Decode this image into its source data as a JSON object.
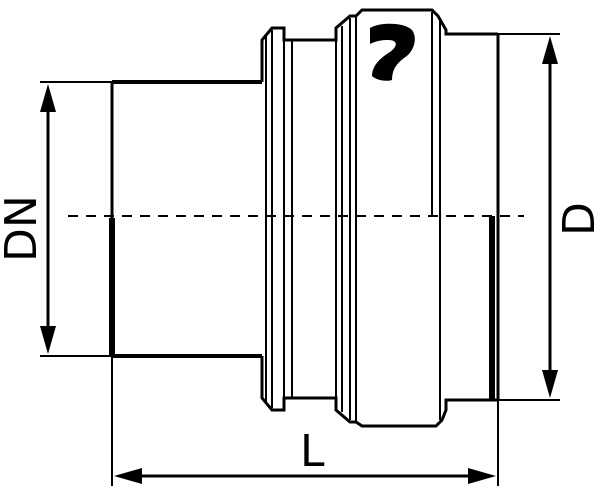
{
  "labels": {
    "nominal_diameter": "DN",
    "outer_diameter": "D",
    "length": "L"
  },
  "colors": {
    "line": "#000000",
    "background": "#ffffff"
  }
}
